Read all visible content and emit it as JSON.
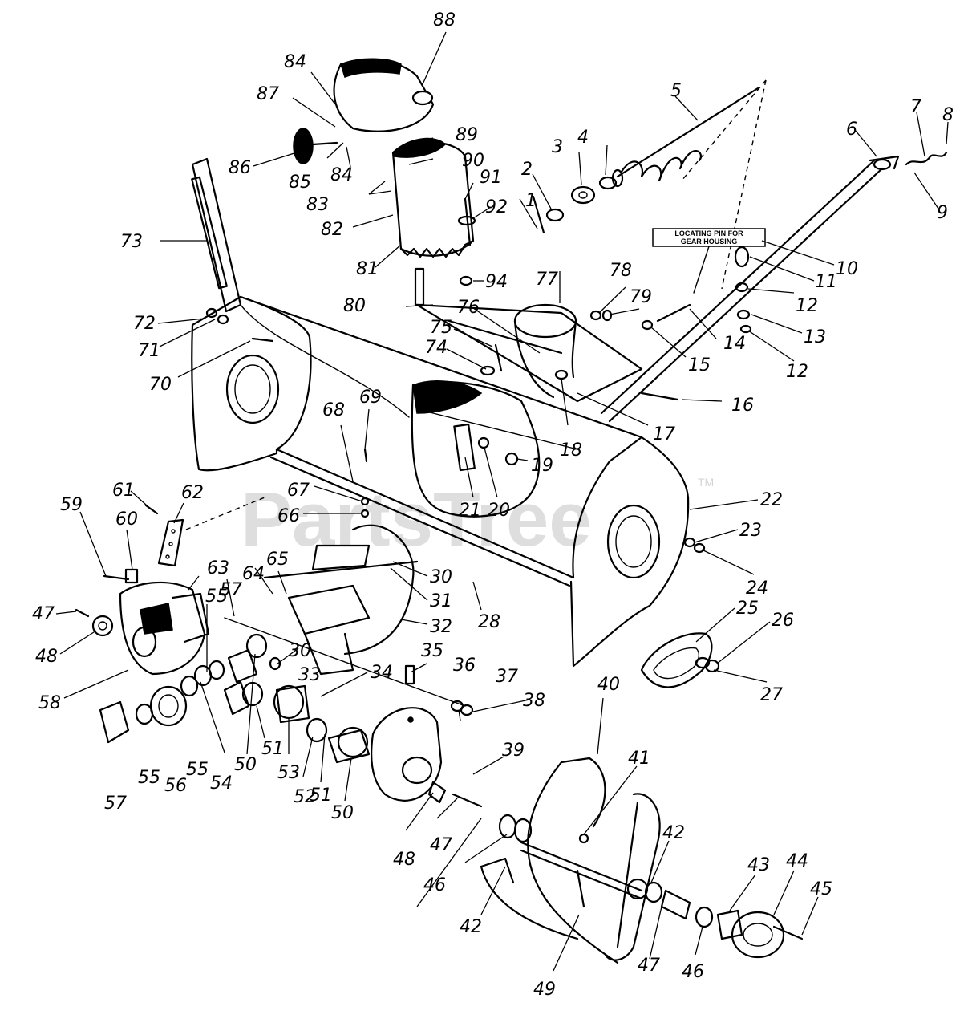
{
  "watermark": {
    "text": "PartsTree",
    "tm": "TM"
  },
  "note_box": {
    "line1": "LOCATING PIN FOR",
    "line2": "GEAR HOUSING"
  },
  "callouts": [
    "1",
    "2",
    "3",
    "4",
    "5",
    "6",
    "7",
    "8",
    "9",
    "10",
    "11",
    "12",
    "12",
    "13",
    "14",
    "15",
    "16",
    "17",
    "18",
    "19",
    "20",
    "21",
    "22",
    "23",
    "24",
    "25",
    "26",
    "27",
    "28",
    "30",
    "30",
    "31",
    "32",
    "33",
    "34",
    "35",
    "36",
    "37",
    "38",
    "39",
    "40",
    "41",
    "42",
    "42",
    "43",
    "44",
    "45",
    "46",
    "46",
    "47",
    "47",
    "47",
    "48",
    "48",
    "49",
    "50",
    "50",
    "51",
    "51",
    "52",
    "53",
    "54",
    "55",
    "55",
    "55",
    "55",
    "56",
    "57",
    "57",
    "58",
    "59",
    "60",
    "61",
    "62",
    "63",
    "64",
    "65",
    "66",
    "67",
    "68",
    "69",
    "70",
    "71",
    "72",
    "73",
    "74",
    "75",
    "76",
    "77",
    "78",
    "79",
    "80",
    "81",
    "82",
    "83",
    "84",
    "84",
    "85",
    "86",
    "87",
    "88",
    "89",
    "90",
    "91",
    "92",
    "94"
  ]
}
